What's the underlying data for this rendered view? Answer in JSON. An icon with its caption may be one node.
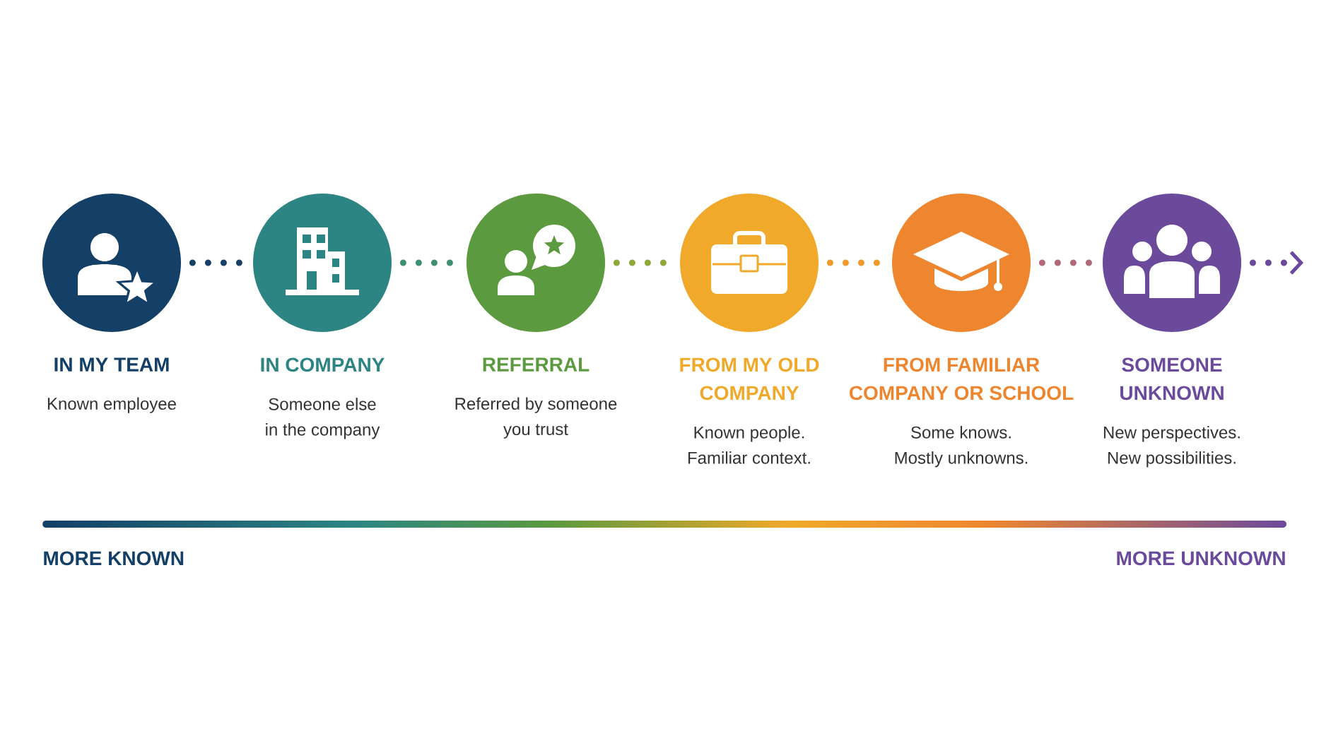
{
  "diagram": {
    "nodes": [
      {
        "text": [
          "IN MY TEAM",
          "Known employee"
        ]
      },
      {
        "text": [
          "IN COMPANY",
          "Someone else in the company"
        ]
      },
      {
        "text": [
          "REFERRAL",
          "Referred by someone you trust"
        ]
      },
      {
        "text": [
          "FROM MY OLD COMPANY",
          "Known people. Familiar context."
        ]
      },
      {
        "text": [
          "FROM FAMILIAR COMPANY OR SCHOOL",
          "Some knows. Mostly unknowns."
        ]
      },
      {
        "text": [
          "SOMEONE UNKNOWN",
          "New perspectives. New possibilities."
        ]
      }
    ],
    "edges": [
      {
        "from": 0,
        "to": 1,
        "arrow": "none",
        "color": "#174066"
      },
      {
        "from": 1,
        "to": 2,
        "arrow": "none",
        "color": "#3f9070"
      },
      {
        "from": 2,
        "to": 3,
        "arrow": "none",
        "color": "#8fa836"
      },
      {
        "from": 3,
        "to": 4,
        "arrow": "none",
        "color": "#f09a2c"
      },
      {
        "from": 4,
        "to": 5,
        "arrow": "none",
        "color": "#b0687a"
      },
      {
        "from": 5,
        "to": null,
        "arrow": "to",
        "color": "#6b4a9c"
      }
    ],
    "labels": [
      "MORE KNOWN",
      "MORE UNKNOWN"
    ]
  }
}
